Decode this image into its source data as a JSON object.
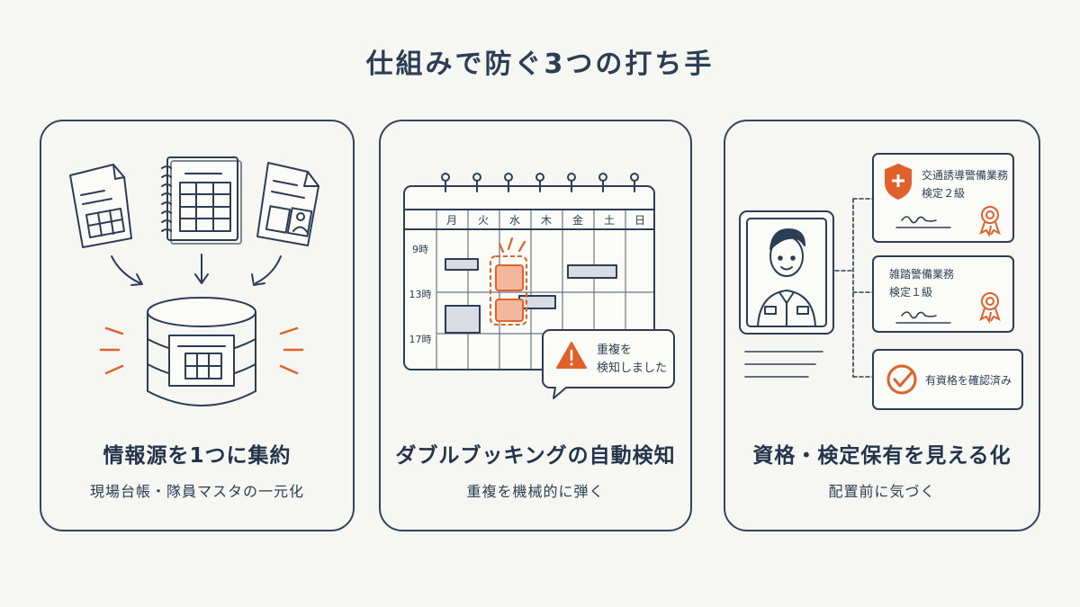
{
  "title": "仕組みで防ぐ3つの打ち手",
  "cards": [
    {
      "heading": "情報源を1つに集約",
      "subheading": "現場台帳・隊員マスタの一元化"
    },
    {
      "heading": "ダブルブッキングの自動検知",
      "subheading": "重複を機械的に弾く",
      "calendar": {
        "days": [
          "月",
          "火",
          "水",
          "木",
          "金",
          "土",
          "日"
        ],
        "times": [
          "9時",
          "13時",
          "17時"
        ]
      },
      "alert": {
        "line1": "重複を",
        "line2": "検知しました"
      }
    },
    {
      "heading": "資格・検定保有を見える化",
      "subheading": "配置前に気づく",
      "certificates": [
        {
          "line1": "交通誘導警備業務",
          "line2": "検定２級"
        },
        {
          "line1": "雑踏警備業務",
          "line2": "検定１級"
        }
      ],
      "check_label": "有資格を確認済み"
    }
  ],
  "colors": {
    "ink": "#2c3e55",
    "accent": "#e0612c",
    "accent_fill": "#f3b79c",
    "background": "#f6f6f3"
  }
}
